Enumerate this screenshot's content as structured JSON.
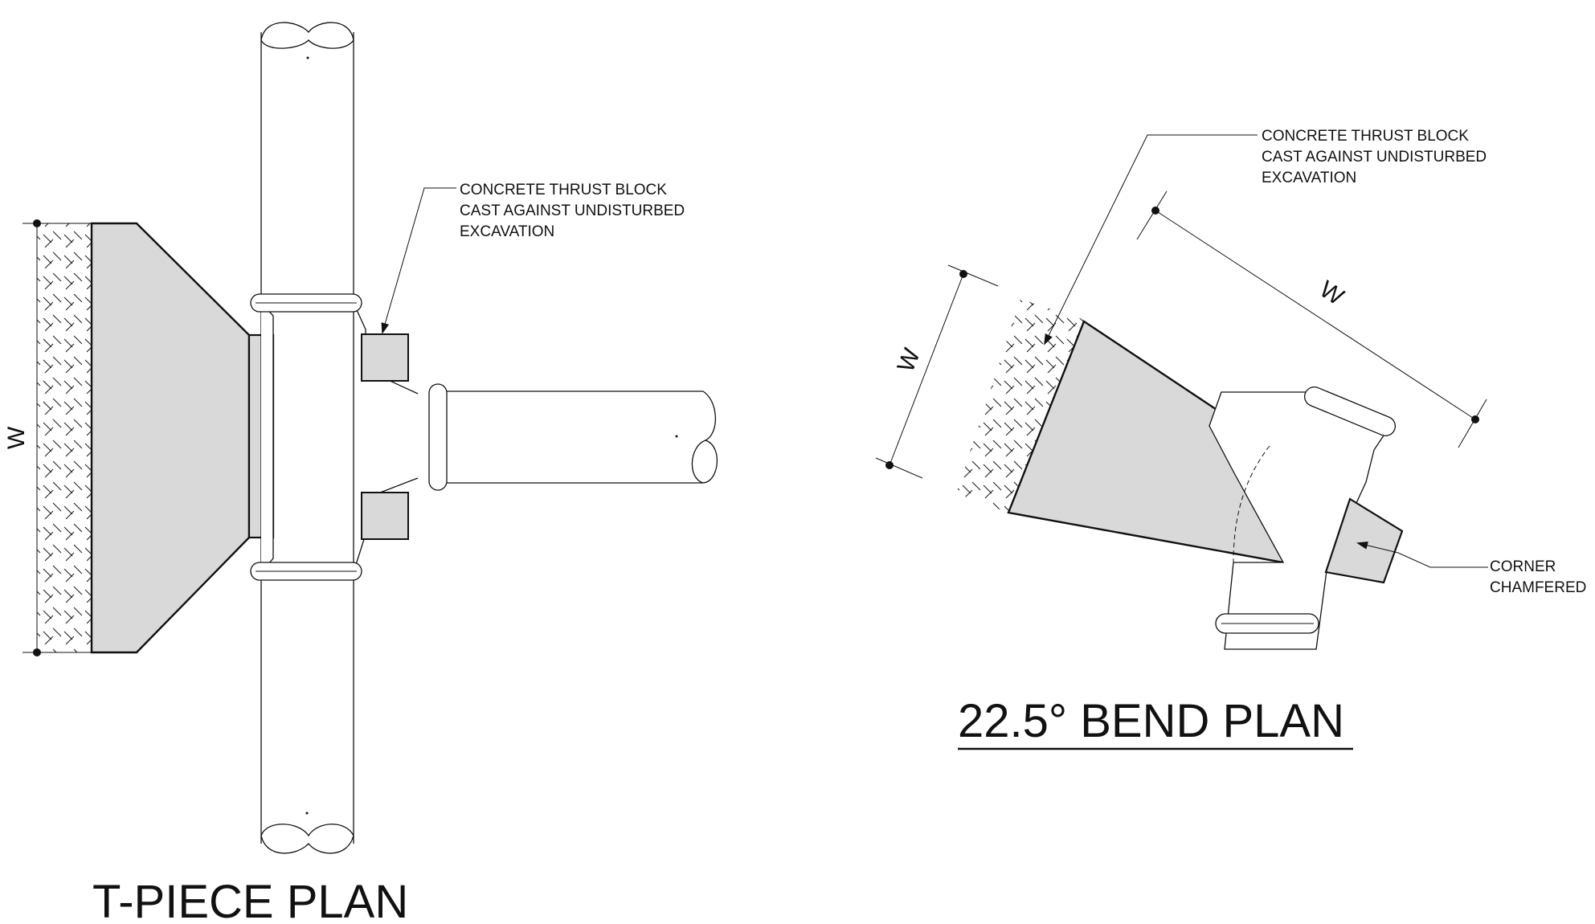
{
  "t_piece": {
    "title": "T-PIECE PLAN",
    "dimension_label": "W",
    "note": [
      "CONCRETE THRUST BLOCK",
      "CAST AGAINST UNDISTURBED",
      "EXCAVATION"
    ]
  },
  "bend": {
    "title": "22.5° BEND PLAN",
    "dimension_label_short": "W",
    "dimension_label_long": "W",
    "note": [
      "CONCRETE THRUST BLOCK",
      "CAST AGAINST UNDISTURBED",
      "EXCAVATION"
    ],
    "corner_note": [
      "CORNER",
      "CHAMFERED"
    ]
  },
  "colors": {
    "concrete": "#d9d9d9",
    "line": "#111111",
    "background": "#ffffff"
  }
}
